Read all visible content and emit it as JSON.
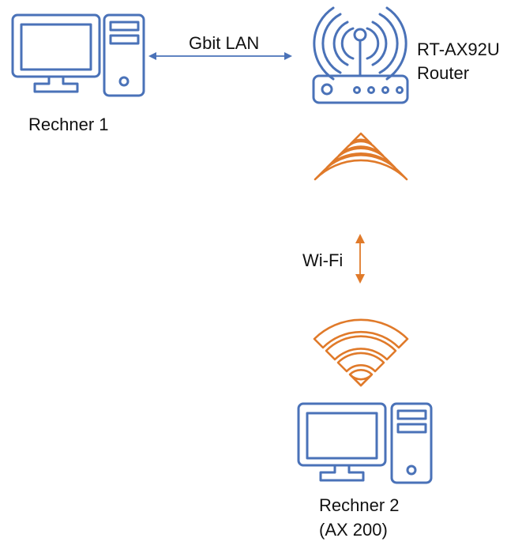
{
  "colors": {
    "device_blue": "#4a72b8",
    "wifi_orange": "#e07a2a",
    "text": "#111111",
    "background": "#ffffff"
  },
  "nodes": {
    "pc1": {
      "label": "Rechner 1",
      "icon": "desktop-computer-icon"
    },
    "router": {
      "label_line1": "RT-AX92U",
      "label_line2": "Router",
      "icon": "wireless-router-icon"
    },
    "pc2": {
      "label_line1": "Rechner 2",
      "label_line2": "(AX 200)",
      "icon": "desktop-computer-icon"
    }
  },
  "links": {
    "lan": {
      "label": "Gbit LAN",
      "style": "double-arrow",
      "color": "#4a72b8"
    },
    "wifi": {
      "label": "Wi-Fi",
      "style": "double-arrow",
      "color": "#e07a2a"
    }
  },
  "signals": [
    {
      "name": "router-wifi-signal",
      "icon": "wifi-signal-icon",
      "direction": "down"
    },
    {
      "name": "pc2-wifi-signal",
      "icon": "wifi-signal-icon",
      "direction": "up"
    }
  ]
}
